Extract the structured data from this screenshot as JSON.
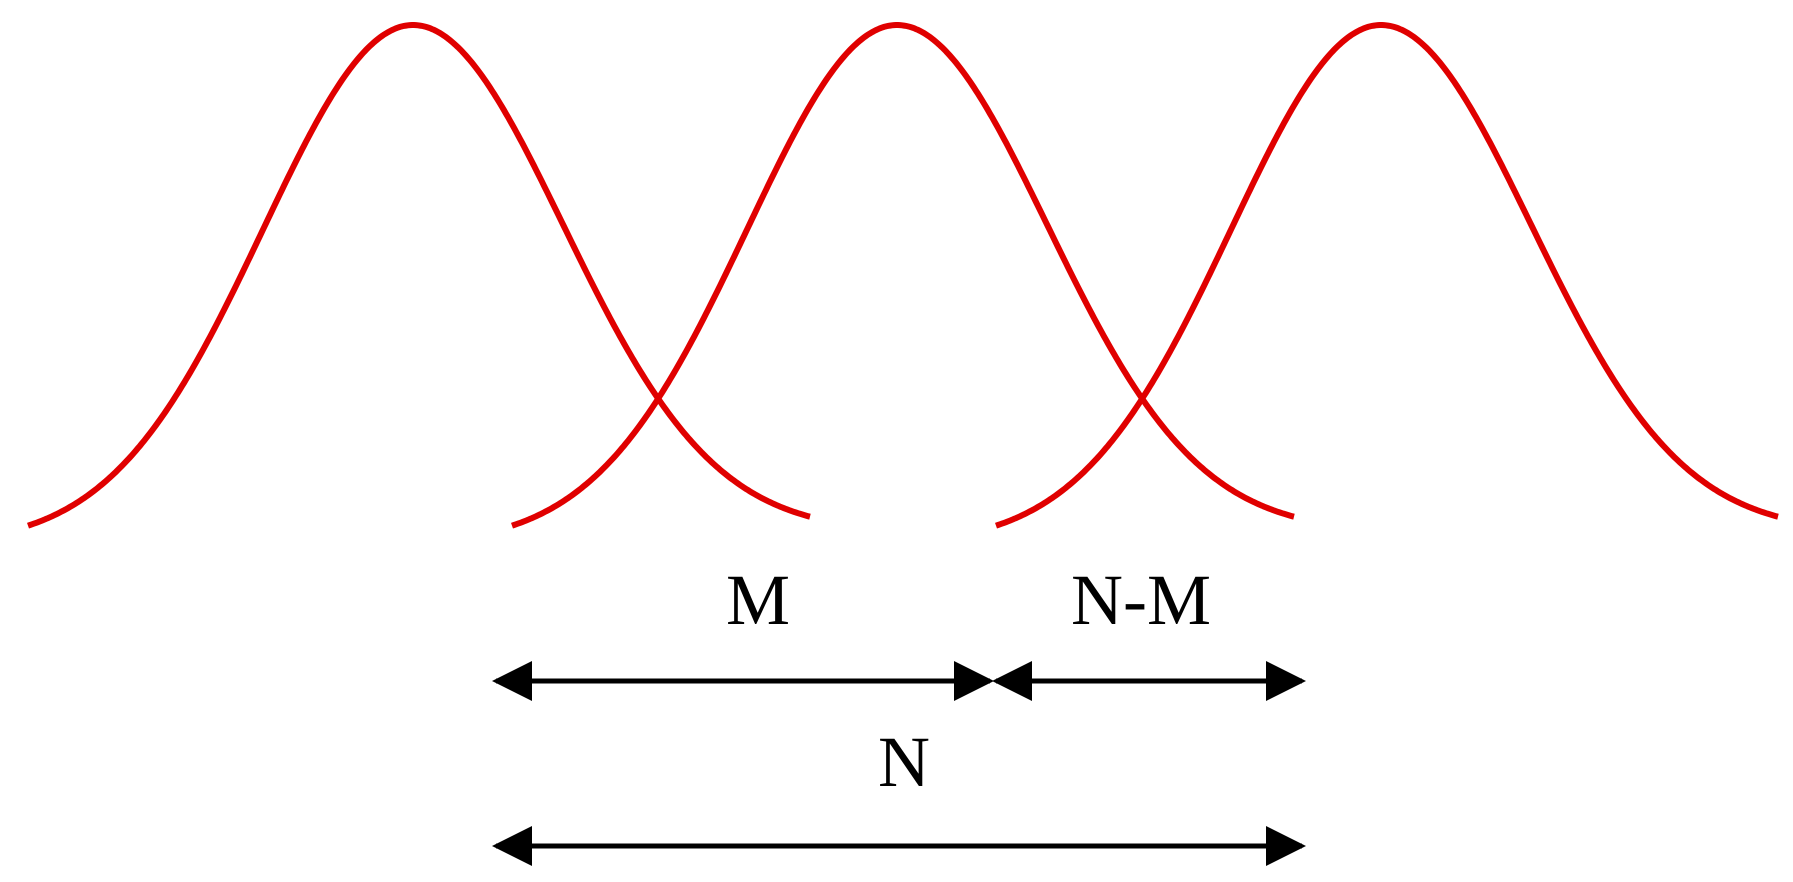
{
  "diagram": {
    "labels": {
      "m": "M",
      "n_minus_m": "N-M",
      "n": "N"
    },
    "colors": {
      "curve": "#e00000",
      "arrow": "#000000",
      "background": "#ffffff"
    },
    "curve_count": 3
  }
}
